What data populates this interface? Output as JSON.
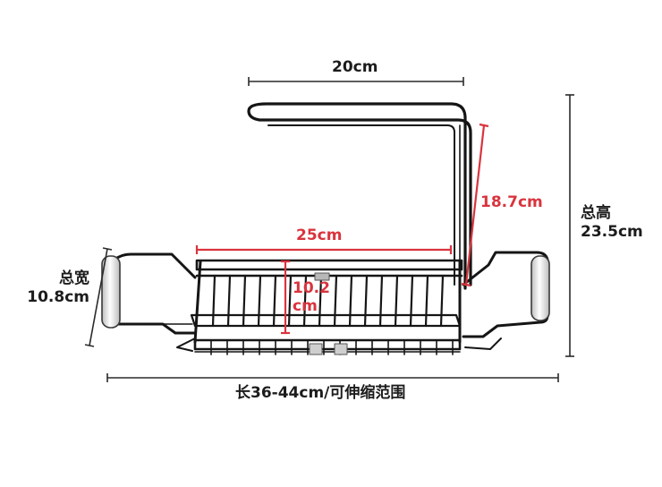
{
  "colors": {
    "dimension_line": "#2a2a2a",
    "highlight": "#d9343e",
    "rack_metal": "#151515",
    "handle_grip": "#e6e6e6"
  },
  "labels": {
    "top_width": "20cm",
    "upright_height": "18.7cm",
    "total_height_title": "总高",
    "total_height_value": "23.5cm",
    "basket_length": "25cm",
    "basket_depth_line1": "10.2",
    "basket_depth_line2": "cm",
    "total_width_title": "总宽",
    "total_width_value": "10.8cm",
    "extendable_length": "长36-44cm/可伸缩范围"
  }
}
